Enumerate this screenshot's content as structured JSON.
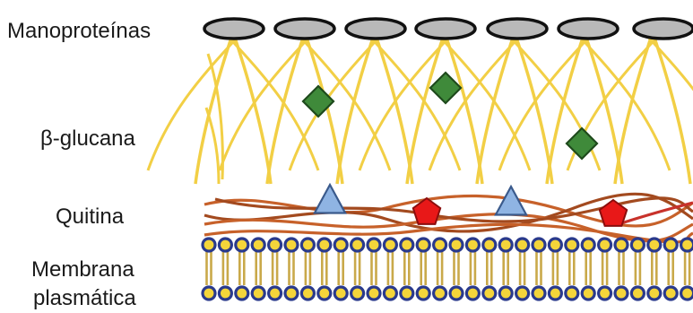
{
  "labels": {
    "manoproteinas": "Manoproteínas",
    "beta_glucana": "β-glucana",
    "quitina": "Quitina",
    "membrana_line1": "Membrana",
    "membrana_line2": "plasmática"
  },
  "colors": {
    "background": "#ffffff",
    "mannoprotein_fill": "#b9b9b9",
    "mannoprotein_stroke": "#111111",
    "glucan_fiber": "#f2cf45",
    "diamond_fill": "#3f8a3a",
    "diamond_stroke": "#1e4a1c",
    "chitin_fiber": "#c7612a",
    "chitin_fiber_dark": "#a34a1f",
    "chitin_fiber_red": "#c8322b",
    "triangle_fill": "#8fb4e3",
    "triangle_stroke": "#3a5a8c",
    "pentagon_fill": "#e81818",
    "pentagon_stroke": "#8b0d0d",
    "lipid_head_fill": "#f4d53a",
    "lipid_head_stroke": "#2a3a8c",
    "lipid_tail": "#c9a94a"
  },
  "icons": {
    "mannoprotein": "gray-ellipse",
    "glucan_marker": "green-diamond",
    "chitin_marker_a": "blue-triangle",
    "chitin_marker_b": "red-pentagon"
  }
}
